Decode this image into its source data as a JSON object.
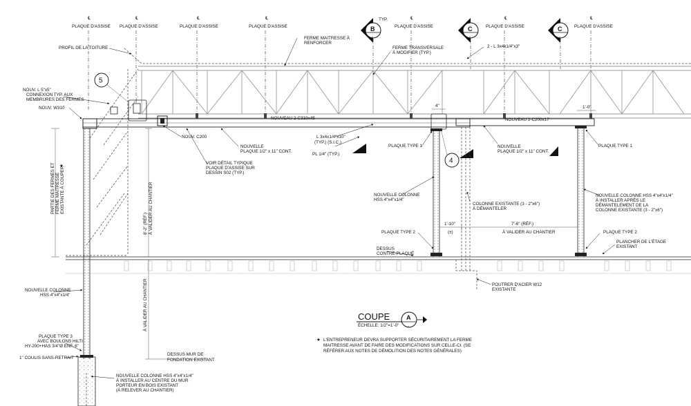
{
  "centerline_symbol": "℄",
  "top_labels": [
    {
      "id": "pa1",
      "text": "PLAQUE D'ASSISE"
    },
    {
      "id": "pa2",
      "text": "PLAQUE D'ASSISE"
    },
    {
      "id": "pa3",
      "text": "PLAQUE D'ASSISE"
    },
    {
      "id": "pa4",
      "text": "PLAQUE D'ASSISE"
    },
    {
      "id": "pa5",
      "text": "PLAQUE D'ASSISE"
    },
    {
      "id": "pa6",
      "text": "PLAQUE D'ASSISE"
    },
    {
      "id": "pa7",
      "text": "PLAQUE D'ASSISE"
    }
  ],
  "section_markers": [
    {
      "id": "b",
      "letter": "B",
      "sub": "-",
      "note": "TYP."
    },
    {
      "id": "c1",
      "letter": "C",
      "sub": "-"
    },
    {
      "id": "c2",
      "letter": "C",
      "sub": "-"
    }
  ],
  "detail_bubbles": [
    {
      "id": "d5",
      "number": "5"
    },
    {
      "id": "d4",
      "number": "4"
    }
  ],
  "notes": {
    "profil": "PROFIL DE LA TOITURE",
    "ferme_maitresse": [
      "FERME MAITRESSE À",
      "RENFORCER"
    ],
    "ferme_transv": [
      "FERME TRANSVERSALE",
      "À MODIFIER (TYP.)"
    ],
    "angle_2l": "2 - L 3x4x1/4\"x3\"",
    "nouv_l": [
      "NOUV. L 5\"x5\"",
      "CONNEXION TYP. AUX",
      "MEMBRURES DES FERMES"
    ],
    "nouv_w310": "NOUV. W310",
    "nouv_c200": "NOUV. C200",
    "nouveau_c310": "NOUVEAU 2-C310x45",
    "nouveau_c200x17": "NOUVEAU 2-C200x17",
    "nouvelle_plaque_1": [
      "NOUVELLE",
      "PLAQUE 1/2\" x 11\" CONT."
    ],
    "nouvelle_plaque_2": [
      "NOUVELLE",
      "PLAQUE 1/2\" x 11\" CONT."
    ],
    "l_angle": [
      "L 3x4x1/4\"x10\"",
      "(TYP.) (S.I.C.)"
    ],
    "pl": "PL 1/4\" (TYP.)",
    "voir_detail": [
      "VOIR DÉTAIL TYPIQUE",
      "PLAQUE D'ASSISE SUR",
      "DESSIN S02 (TYP.)"
    ],
    "plaque_type1_a": "PLAQUE TYPE 1",
    "plaque_type1_b": "PLAQUE TYPE 1",
    "plaque_type2_a": "PLAQUE TYPE 2",
    "plaque_type2_b": "PLAQUE TYPE 2",
    "nouvelle_colonne_1": [
      "NOUVELLE COLONNE",
      "HSS 4\"x4\"x1/4\""
    ],
    "nouvelle_colonne_2": [
      "NOUVELLE COLONNE  HSS 4\"x4\"x1/4\"",
      "À INSTALLER APRÈS LE",
      "DÉMANTELEMENT DE LA",
      "COLONNE EXISTANTE (3 - 2\"x6\")"
    ],
    "nouvelle_colonne_3": [
      "NOUVELLE COLONNE",
      "HSS 4\"x4\"x1/4\""
    ],
    "colonne_existante": [
      "COLONNE EXISTANTE (3 - 2\"x6\")",
      "À DÉMANTELER"
    ],
    "plancher": [
      "PLANCHER DE L'ÉTAGE",
      "EXISTANT"
    ],
    "dessus": [
      "DESSUS",
      "CONTRE-PLAQUÉ"
    ],
    "poutrer": [
      "POUTRER D'ACIER W12",
      "EXISTANTE"
    ],
    "partie": [
      "PARTIE DES FERMES ET",
      "FERME MAITRESSE",
      "EXISTANTE À COUPER"
    ],
    "valider_vertical_1": "8'-2\" (RÉF.)",
    "valider_vertical_2": "À VALIDER AU CHANTIER",
    "valider_vertical_3": "À VALIDER AU CHANTIER",
    "dim_4": "4\"",
    "dim_1_0": "1'-0\"",
    "dim_1_10": "1'-10\"",
    "dim_x": "(±)",
    "dim_7_6": "7'-6\" (RÉF.)",
    "valider_h": "À VALIDER AU CHANTIER",
    "plaque_type3": [
      "PLAQUE TYPE 3",
      "AVEC BOULONS HILTI",
      "HY-200+HAS 3/4\"Ø ENF. 6\""
    ],
    "coulis": "1\" COULIS SANS-RETRAIT",
    "dessus_mur": [
      "DESSUS MUR DE",
      "FONDATION EXISTANT"
    ],
    "nouvelle_colonne_bas": [
      "NOUVELLE COLONNE  HSS 4\"x4\"x1/4\"",
      "À INSTALLER AU CENTRE DU MUR",
      "PORTEUR EN BOIS EXISTANT",
      "(À RELEVER AU CHANTIER)"
    ]
  },
  "title_block": {
    "title": "COUPE",
    "scale": "ÉCHELLE: 1/2\"=1'-0\"",
    "letter": "A",
    "sub": "-"
  },
  "footnote": {
    "star": "★",
    "lines": [
      "L'ENTREPRENEUR DEVRA SUPPORTER SÉCURITAIREMENT LA FERME",
      "MAITRESSE AVANT DE FAIRE DES MODIFICATIONS SUR CELLE-CI. (SE",
      "RÉFÉRER AUX NOTES DE  DÉMOLITION DES NOTES GÉNÉRALES)"
    ]
  }
}
